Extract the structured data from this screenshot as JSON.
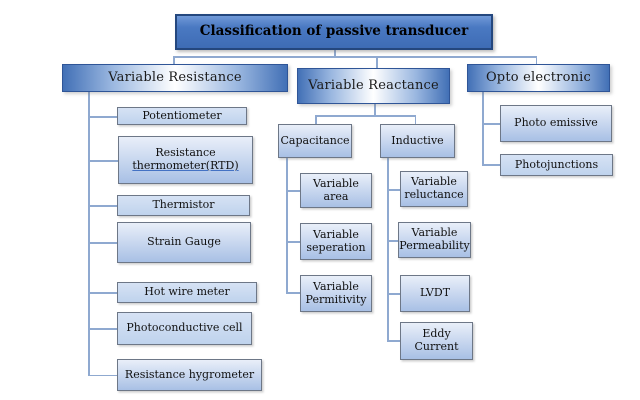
{
  "diagram_title": "Classification of passive transducer",
  "branches": {
    "resistance": {
      "label": "Variable Resistance",
      "items": [
        {
          "label": "Potentiometer"
        },
        {
          "label": "Resistance",
          "label2": "thermometer(RTD)"
        },
        {
          "label": "Thermistor"
        },
        {
          "label": "Strain Gauge"
        },
        {
          "label": "Hot wire meter"
        },
        {
          "label": "Photoconductive cell"
        },
        {
          "label": "Resistance hygrometer"
        }
      ]
    },
    "reactance": {
      "label": "Variable Reactance",
      "groups": [
        {
          "label": "Capacitance",
          "items": [
            {
              "label": "Variable area"
            },
            {
              "label": "Variable seperation"
            },
            {
              "label": "Variable Permitivity"
            }
          ]
        },
        {
          "label": "Inductive",
          "items": [
            {
              "label": "Variable reluctance"
            },
            {
              "label": "Variable Permeability"
            },
            {
              "label": "LVDT"
            },
            {
              "label": "Eddy Current"
            }
          ]
        }
      ]
    },
    "opto": {
      "label": "Opto electronic",
      "items": [
        {
          "label": "Photo emissive"
        },
        {
          "label": "Photojunctions"
        }
      ]
    }
  },
  "colors": {
    "accent_dark_blue": "#2f5597",
    "branch_fill_blue": "#4472c4",
    "node_fill_light": "#c5d7ef",
    "connector": "#8fa9d0"
  }
}
